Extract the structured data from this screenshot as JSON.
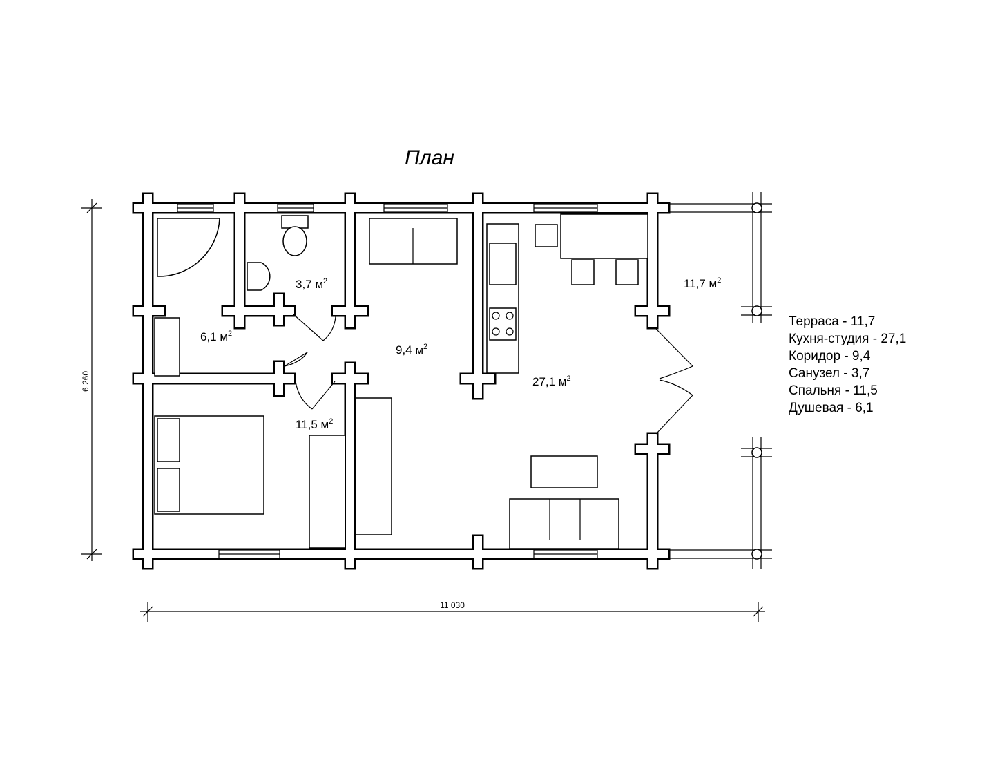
{
  "title": "План",
  "rooms": [
    {
      "name": "shower",
      "area": "6,1 м"
    },
    {
      "name": "bathroom",
      "area": "3,7 м"
    },
    {
      "name": "corridor",
      "area": "9,4 м"
    },
    {
      "name": "kitchen-studio",
      "area": "27,1 м"
    },
    {
      "name": "terrace",
      "area": "11,7 м"
    },
    {
      "name": "bedroom",
      "area": "11,5 м"
    }
  ],
  "sup": "2",
  "legend": [
    "Терраса - 11,7",
    "Кухня-студия - 27,1",
    "Коридор - 9,4",
    "Санузел - 3,7",
    "Спальня - 11,5",
    "Душевая - 6,1"
  ],
  "dimensions": {
    "height": "6 260",
    "width": "11 030"
  }
}
